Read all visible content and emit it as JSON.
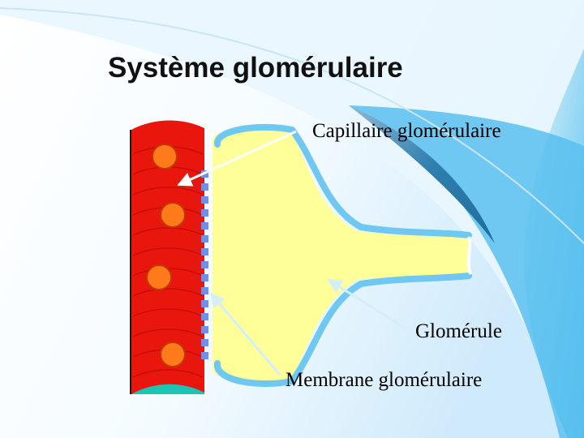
{
  "slide": {
    "title": "Système glomérulaire",
    "labels": {
      "capillary": "Capillaire glomérulaire",
      "glomerulus": "Glomérule",
      "membrane": "Membrane glomérulaire"
    }
  },
  "colors": {
    "background_gradient": [
      "#ffffff",
      "#dff2fd",
      "#5fc3ee"
    ],
    "vessel_red": "#e8160c",
    "vessel_stripe": "#b80a04",
    "cell_orange": "#ff7a1a",
    "glomerulus_yellow": "#ffff99",
    "membrane_blue": "#6ec8f2",
    "pore_blue": "#6f8fe8",
    "arrow": "#c9e9fa"
  }
}
